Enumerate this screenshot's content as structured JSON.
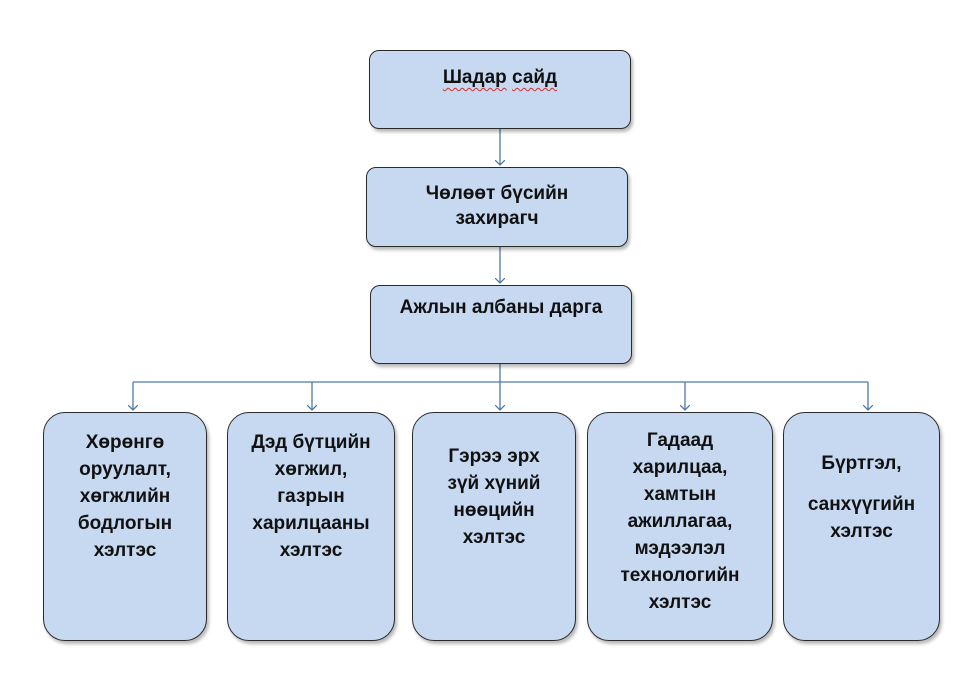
{
  "colors": {
    "box_fill": "#c6d9f1",
    "box_border": "#2b2b2b",
    "connector": "#4f79a8"
  },
  "level1": {
    "word1": "Шадар",
    "word2": "сайд"
  },
  "level2": {
    "line1": "Чөлөөт бүсийн",
    "line2": "захирагч"
  },
  "level3": {
    "line1": "Ажлын албаны дарга"
  },
  "departments": [
    {
      "lines": [
        "Хөрөнгө",
        "оруулалт,",
        "хөгжлийн",
        "бодлогын",
        "хэлтэс"
      ]
    },
    {
      "lines": [
        "Дэд бүтцийн",
        "хөгжил,",
        "газрын",
        "харилцааны",
        "хэлтэс"
      ]
    },
    {
      "lines": [
        "Гэрээ эрх",
        "зүй хүний",
        "нөөцийн",
        "хэлтэс"
      ]
    },
    {
      "lines": [
        "Гадаад",
        "харилцаа,",
        "хамтын",
        "ажиллагаа,",
        "мэдээлэл",
        "технологийн",
        "хэлтэс"
      ]
    },
    {
      "lines": [
        "Бүртгэл,",
        "",
        "санхүүгийн",
        "хэлтэс"
      ]
    }
  ]
}
